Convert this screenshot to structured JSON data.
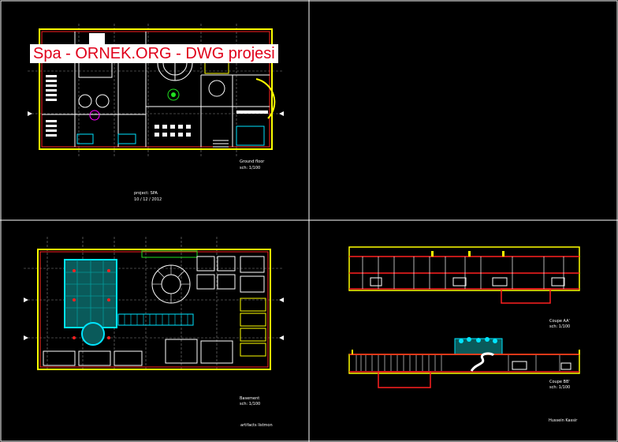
{
  "watermark": "Spa - ORNEK.ORG - DWG projesi",
  "ground_floor": {
    "title": "Ground floor",
    "scale": "sch: 1/100"
  },
  "project": {
    "name": "project: SPA",
    "date": "10 / 12 / 2012"
  },
  "basement": {
    "title": "Basement",
    "scale": "sch: 1/100",
    "caption": "artifacts listmon"
  },
  "section_aa": {
    "title": "Coupe AA'",
    "scale": "sch: 1/100"
  },
  "section_bb": {
    "title": "Coupe BB'",
    "scale": "sch: 1/100"
  },
  "author": "Hussein Kassir",
  "colors": {
    "background": "#000000",
    "frame": "#ffffff",
    "wall_yellow": "#ffff00",
    "wall_red": "#ff2020",
    "cyan": "#00e5ff",
    "green": "#20e020",
    "magenta": "#ff00ff"
  }
}
